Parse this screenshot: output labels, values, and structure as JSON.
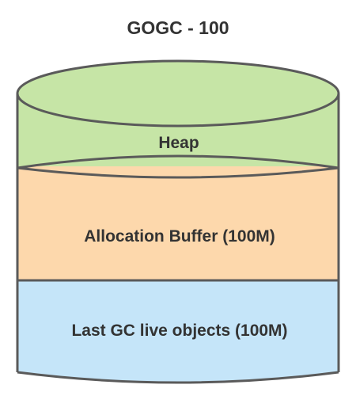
{
  "title": "GOGC - 100",
  "layers": [
    {
      "key": "heap",
      "label": "Heap",
      "color": "#c6e5a6"
    },
    {
      "key": "allocation-buffer",
      "label": "Allocation Buffer (100M)",
      "color": "#fdd8ac"
    },
    {
      "key": "last-gc-live-objects",
      "label": "Last GC live objects (100M)",
      "color": "#c5e5f9"
    }
  ],
  "colors": {
    "outline": "#5a5a5a",
    "text": "#333333"
  }
}
